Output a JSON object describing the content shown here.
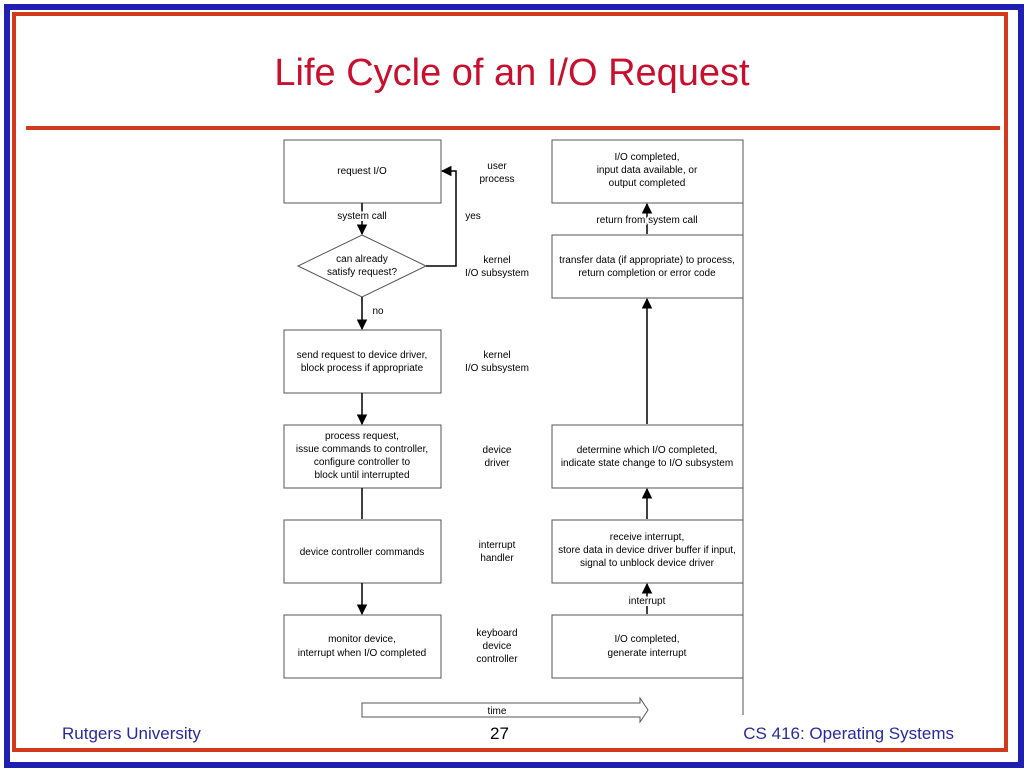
{
  "slide": {
    "title": "Life Cycle of an I/O Request",
    "footer_left": "Rutgers University",
    "footer_page": "27",
    "footer_right": "CS 416: Operating Systems"
  },
  "diagram": {
    "left_boxes": [
      [
        "request I/O"
      ],
      [
        "send request to device driver,",
        "block process if appropriate"
      ],
      [
        "process request,",
        "issue commands to controller,",
        "configure controller to",
        "block until interrupted"
      ],
      [
        "device controller commands"
      ],
      [
        "monitor device,",
        "interrupt when I/O completed"
      ]
    ],
    "decision": [
      "can already",
      "satisfy request?"
    ],
    "layer_labels": [
      [
        "user",
        "process"
      ],
      [
        "kernel",
        "I/O subsystem"
      ],
      [
        "kernel",
        "I/O subsystem"
      ],
      [
        "device",
        "driver"
      ],
      [
        "interrupt",
        "handler"
      ],
      [
        "keyboard",
        "device",
        "controller"
      ]
    ],
    "right_boxes": [
      [
        "I/O completed,",
        "input data available, or",
        "output completed"
      ],
      [
        "transfer data (if appropriate) to process,",
        "return completion or error code"
      ],
      [
        "determine which I/O completed,",
        "indicate state change to I/O subsystem"
      ],
      [
        "receive interrupt,",
        "store data in device driver buffer if input,",
        "signal to unblock device driver"
      ],
      [
        "I/O completed,",
        "generate interrupt"
      ]
    ],
    "arrow_labels": {
      "system_call": "system call",
      "yes": "yes",
      "no": "no",
      "return": "return from system call",
      "interrupt": "interrupt",
      "time": "time"
    }
  }
}
